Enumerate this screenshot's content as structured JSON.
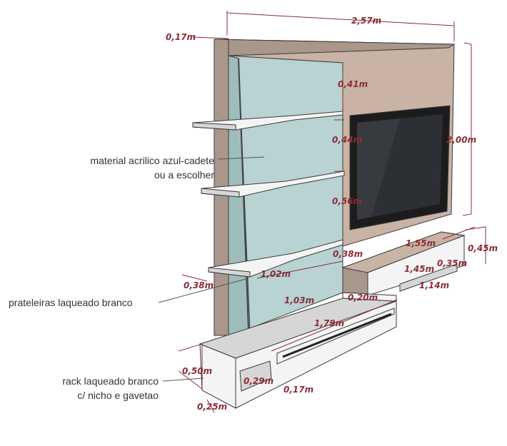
{
  "colors": {
    "wood_panel": "#c9b3a4",
    "wood_panel_dark": "#a8978a",
    "acrylic": "#b8d3d1",
    "acrylic_dark": "#9fbdbb",
    "lacquer_white": "#f4f4f4",
    "lacquer_shade": "#d6d6d6",
    "tv_frame": "#1c1c1c",
    "dimension": "#8b2d3a"
  },
  "labels": {
    "acrylic_line1": "material acrilico azul-cadete",
    "acrylic_line2": "ou a escolher",
    "shelves": "prateleiras laqueado branco",
    "rack_line1": "rack laqueado branco",
    "rack_line2": "c/ nicho e gavetao"
  },
  "dimensions": {
    "total_width": "2,57m",
    "panel_depth": "0,17m",
    "top_gap": "0,41m",
    "shelf_gap_1": "0,44m",
    "shelf_gap_2": "0,56m",
    "total_height": "2,00m",
    "shelf_depth_right": "0,38m",
    "shelf_length": "1,02m",
    "shelf_depth_left": "0,38m",
    "acrylic_width": "1,03m",
    "rack_step_height": "0,20m",
    "rack_length": "1,79m",
    "tv_rack_width": "1,55m",
    "tv_rack_depth": "0,45m",
    "tv_rack_inner": "1,45m",
    "tv_rack_inner_depth": "0,35m",
    "drawer_width": "1,14m",
    "rack_depth": "0,50m",
    "niche_height": "0,29m",
    "drawer_height": "0,17m",
    "rack_height": "0,25m"
  }
}
